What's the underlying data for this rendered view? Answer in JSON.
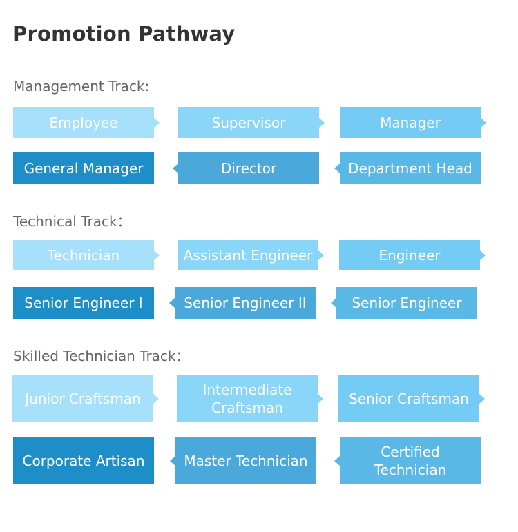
{
  "title": "Promotion Pathway",
  "tracks": [
    {
      "label": "Management Track:",
      "steps": [
        "Employee",
        "Supervisor",
        "Manager",
        "Department Head",
        "Director",
        "General Manager"
      ]
    },
    {
      "label": "Technical Track：",
      "steps": [
        "Technician",
        "Assistant Engineer",
        "Engineer",
        "Senior Engineer",
        "Senior Engineer II",
        "Senior Engineer I"
      ]
    },
    {
      "label": "Skilled Technician Track：",
      "steps": [
        "Junior Craftsman",
        "Intermediate Craftsman",
        "Senior Craftsman",
        "Certified Technician",
        "Master Technician",
        "Corporate Artisan"
      ]
    }
  ],
  "colors": {
    "level1": "#a7e0fa",
    "level2": "#8ad6f8",
    "level3": "#74ccf4",
    "level4": "#5ab8e6",
    "level5": "#4ba8da",
    "level6": "#1e8ec9"
  }
}
